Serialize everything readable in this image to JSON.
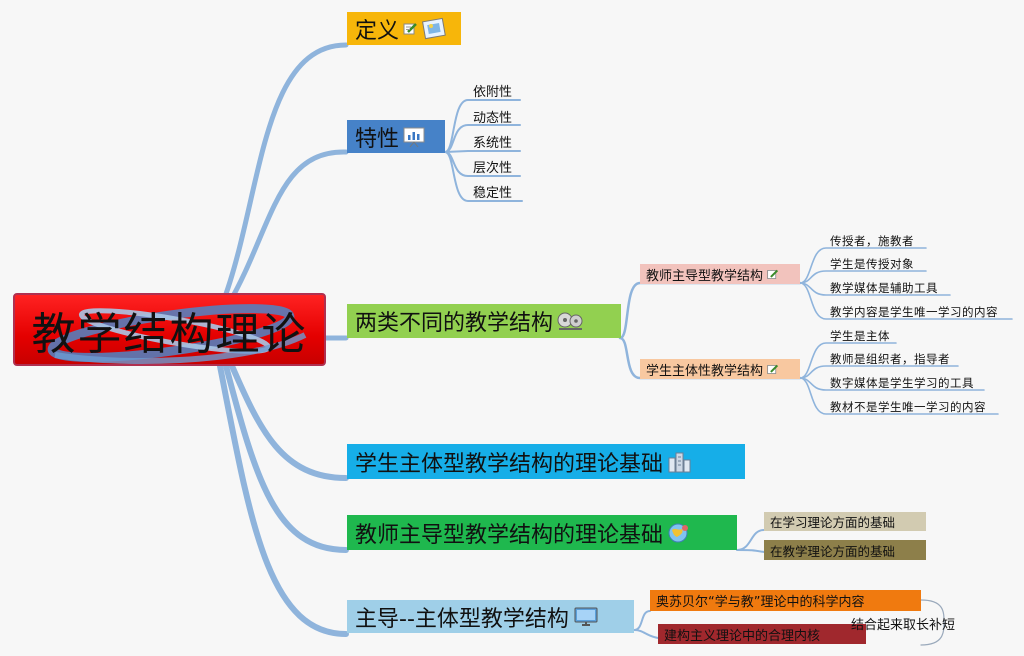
{
  "root": {
    "title": "教学结构理论"
  },
  "colors": {
    "link": "#8fb4dc",
    "root_bg": "#e80000",
    "definition": "#f7b60a",
    "features": "#4682c8",
    "two_types": "#92d050",
    "student_basis": "#16aee8",
    "teacher_basis": "#1fb84e",
    "dual_structure": "#9fcfe8",
    "teacher_led": "#f2c3bd",
    "student_main": "#f8c8a0",
    "learning_theory": "#d2cbb1",
    "teaching_theory": "#8d7f4a",
    "ausubel": "#f07a0f",
    "constructivism": "#a0282d"
  },
  "branches": {
    "definition": {
      "label": "定义",
      "icons": [
        "edit-note-icon",
        "picture-icon"
      ]
    },
    "features": {
      "label": "特性",
      "icon": "presentation-board-icon",
      "children": [
        "依附性",
        "动态性",
        "系统性",
        "层次性",
        "稳定性"
      ]
    },
    "two_types": {
      "label": "两类不同的教学结构",
      "icon": "film-reel-icon",
      "teacher_led": {
        "label": "教师主导型教学结构",
        "icon": "edit-note-icon",
        "children": [
          "传授者，施教者",
          "学生是传授对象",
          "教学媒体是辅助工具",
          "教学内容是学生唯一学习的内容"
        ]
      },
      "student_main": {
        "label": "学生主体性教学结构",
        "icon": "edit-note-icon",
        "children": [
          "学生是主体",
          "教师是组织者，指导者",
          "数字媒体是学生学习的工具",
          "教材不是学生唯一学习的内容"
        ]
      }
    },
    "student_basis": {
      "label": "学生主体型教学结构的理论基础",
      "icon": "buildings-icon"
    },
    "teacher_basis": {
      "label": "教师主导型教学结构的理论基础",
      "icon": "globe-icon",
      "children": [
        "在学习理论方面的基础",
        "在教学理论方面的基础"
      ]
    },
    "dual_structure": {
      "label": "主导--主体型教学结构",
      "icon": "monitor-icon",
      "children": [
        "奥苏贝尔“学与教”理论中的科学内容",
        "建构主义理论中的合理内核"
      ],
      "note": "结合起来取长补短"
    }
  }
}
